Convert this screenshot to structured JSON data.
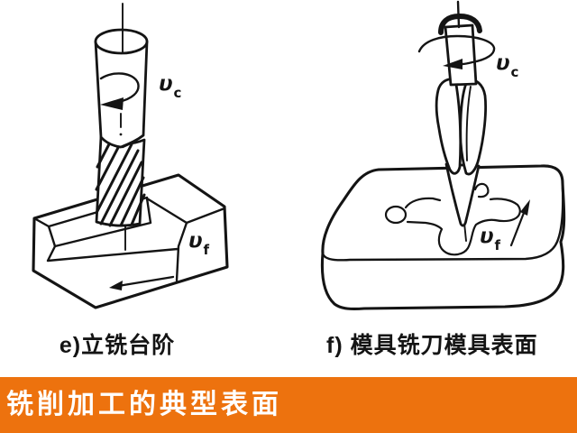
{
  "banner": {
    "title": "铣削加工的典型表面",
    "bg_color": "#ED720E",
    "text_color": "#FFFFFF"
  },
  "figures": {
    "e": {
      "caption": "e)立铣台阶",
      "vc": {
        "base": "υ",
        "sub": "c"
      },
      "vf": {
        "base": "υ",
        "sub": "f"
      }
    },
    "f": {
      "caption": "f) 模具铣刀模具表面",
      "vc": {
        "base": "υ",
        "sub": "c"
      },
      "vf": {
        "base": "υ",
        "sub": "f"
      }
    }
  },
  "line_color": "#141414"
}
